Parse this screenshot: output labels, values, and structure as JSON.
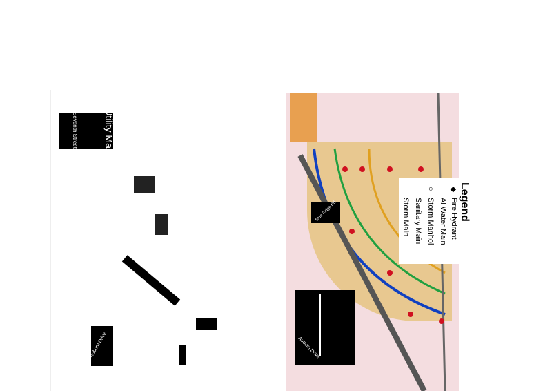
{
  "left_panel": {
    "title": "Utility Map",
    "subtitle": "Seventh Street",
    "street_label": "Auburn Drive"
  },
  "map": {
    "street_labels": [
      "Blue Ridge Rd",
      "Auburn Drive"
    ]
  },
  "legend": {
    "title": "Legend",
    "items": [
      {
        "label": "Fire Hydrant",
        "icon": "diamond-icon"
      },
      {
        "label": "Al Water Main",
        "icon": "line-icon"
      },
      {
        "label": "Storm Manhol",
        "icon": "circle-icon"
      },
      {
        "label": "Sanitary Main",
        "icon": "line-icon"
      },
      {
        "label": "Storm Main",
        "icon": "line-icon"
      }
    ]
  },
  "colors": {
    "hydrant": "#d01020",
    "water": "#1040c0",
    "sanitary": "#20a040",
    "storm": "#e0a020",
    "parcel": "#f4dde0"
  }
}
